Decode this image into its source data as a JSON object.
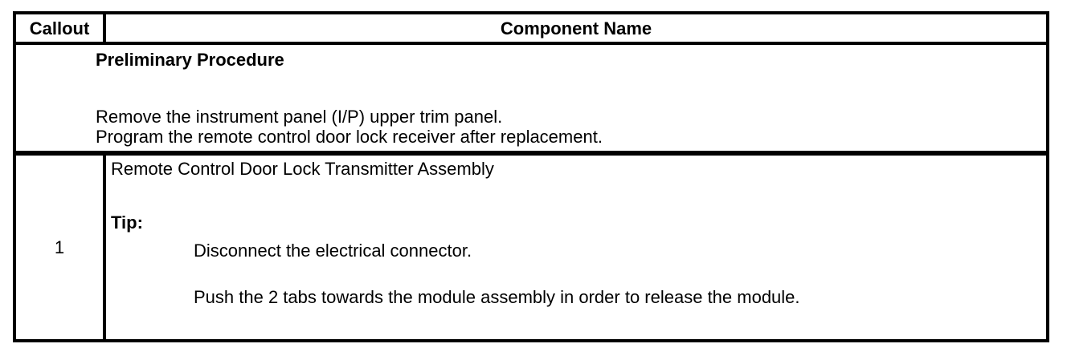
{
  "table": {
    "header": {
      "callout": "Callout",
      "component": "Component Name"
    },
    "preliminary": {
      "title": "Preliminary Procedure",
      "steps": [
        "Remove the instrument panel (I/P) upper trim panel.",
        "Program the remote control door lock receiver after replacement."
      ]
    },
    "rows": [
      {
        "callout": "1",
        "component": "Remote Control Door Lock Transmitter Assembly",
        "tip_label": "Tip:",
        "tips": [
          "Disconnect the electrical connector.",
          "Push the 2 tabs towards the module assembly in order to release the module."
        ]
      }
    ]
  },
  "colors": {
    "border": "#000000",
    "text": "#000000",
    "background": "#ffffff"
  }
}
